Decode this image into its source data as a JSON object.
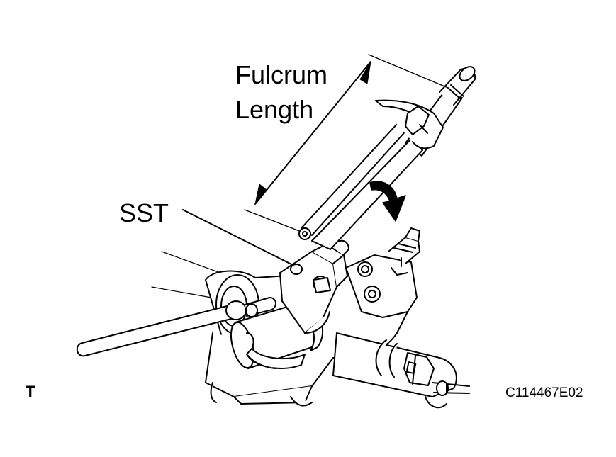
{
  "labels": {
    "fulcrum_line1": "Fulcrum",
    "fulcrum_line2": "Length",
    "sst": "SST",
    "corner_mark": "T",
    "figure_code": "C114467E02"
  },
  "colors": {
    "ink": "#000000",
    "paper": "#ffffff"
  }
}
